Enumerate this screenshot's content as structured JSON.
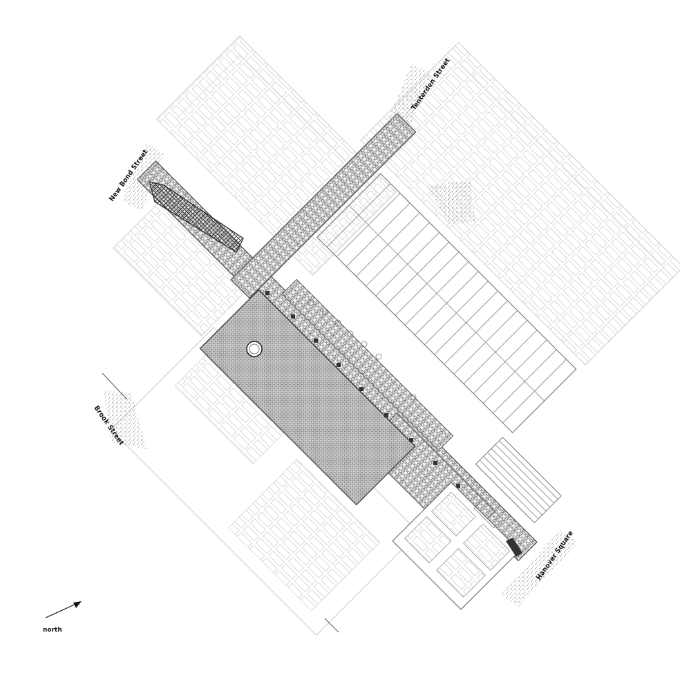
{
  "map": {
    "type": "architectural site plan",
    "streets": {
      "new_bond": "New Bond Street",
      "tenterden": "Tenterden Street",
      "brook": "Brook Street",
      "hanover": "Hanover Square"
    },
    "north_label": "north",
    "colors": {
      "background": "#ffffff",
      "ghost_building_line": "#c8c8c8",
      "building_line": "#8a8a8a",
      "paving": "#5a5a5a",
      "courtyard_fill": "#9e9e9e",
      "stipple": "#bcbcbc",
      "ink": "#111111"
    },
    "icons": [
      "north-arrow-icon",
      "tree-icon"
    ]
  }
}
